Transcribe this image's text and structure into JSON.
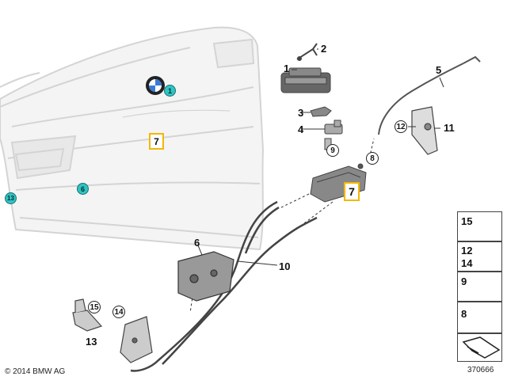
{
  "diagram": {
    "footer": {
      "copyright": "© 2014 BMW AG",
      "image_number": "370666"
    },
    "tailgate_callouts": [
      {
        "id": "1",
        "style": "teal"
      },
      {
        "id": "7",
        "style": "highlight"
      },
      {
        "id": "6",
        "style": "teal"
      },
      {
        "id": "13",
        "style": "teal"
      }
    ],
    "part_labels": {
      "p1": "1",
      "p2": "2",
      "p3": "3",
      "p4": "4",
      "p5": "5",
      "p6": "6",
      "p7": "7",
      "p8": "8",
      "p9": "9",
      "p10": "10",
      "p11": "11",
      "p12": "12",
      "p13": "13",
      "p14": "14",
      "p15": "15"
    },
    "legend": [
      {
        "label": "15"
      },
      {
        "label_top": "12",
        "label_bottom": "14"
      },
      {
        "label": "9"
      },
      {
        "label": "8"
      }
    ],
    "colors": {
      "teal": "#2fc4c4",
      "highlight": "#f2b705"
    }
  }
}
